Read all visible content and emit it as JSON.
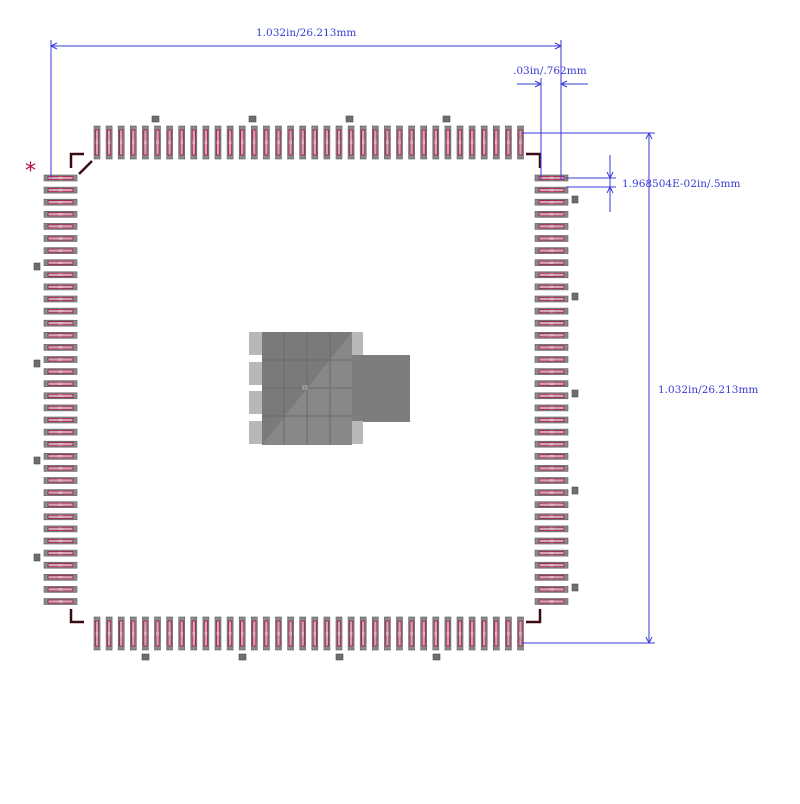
{
  "footprint": {
    "package": "QFP",
    "pins_per_side": 36,
    "pin1_marker": "*",
    "colors": {
      "pad_fill": "#8a8a8a",
      "pad_edge": "#5e5e5e",
      "pad_overlay": "#d4a3b4",
      "pad_outline": "#a01840",
      "silkscreen": "#3d0a14",
      "fiducial": "#6e6e6e",
      "dimension": "#3a3ad8",
      "marker": "#b0103a",
      "thermal_dark": "#7a7a7a",
      "thermal_light": "#b8b8b8"
    }
  },
  "dimensions": {
    "overall_width": "1.032in/26.213mm",
    "overall_height": "1.032in/26.213mm",
    "pad_width": ".03in/.762mm",
    "pitch": "1.968504E-02in/.5mm"
  }
}
